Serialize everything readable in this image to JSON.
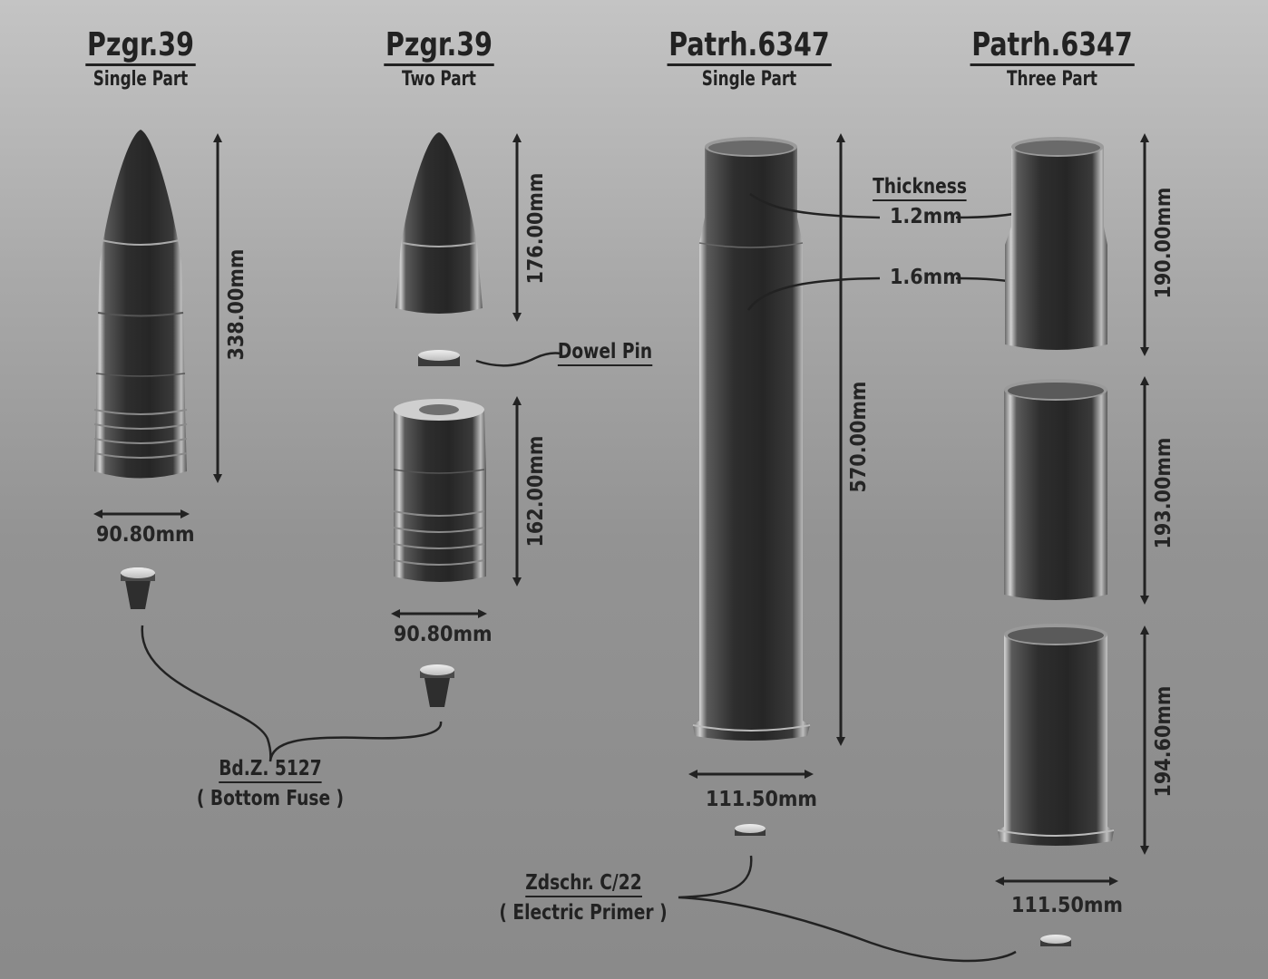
{
  "columns": [
    {
      "title": "Pzgr.39",
      "subtitle": "Single Part"
    },
    {
      "title": "Pzgr.39",
      "subtitle": "Two Part"
    },
    {
      "title": "Patrh.6347",
      "subtitle": "Single Part"
    },
    {
      "title": "Patrh.6347",
      "subtitle": "Three Part"
    }
  ],
  "dimensions": {
    "pzgr_single_length": "338.00mm",
    "pzgr_single_width": "90.80mm",
    "pzgr_two_nose_length": "176.00mm",
    "pzgr_two_body_length": "162.00mm",
    "pzgr_two_width": "90.80mm",
    "patrh_single_length": "570.00mm",
    "patrh_single_width": "111.50mm",
    "patrh_three_top_length": "190.00mm",
    "patrh_three_mid_length": "193.00mm",
    "patrh_three_bottom_length": "194.60mm",
    "patrh_three_width": "111.50mm"
  },
  "thickness": {
    "label": "Thickness",
    "upper": "1.2mm",
    "lower": "1.6mm"
  },
  "callouts": {
    "dowel_pin": "Dowel Pin",
    "fuse_name": "Bd.Z. 5127",
    "fuse_desc": "( Bottom Fuse )",
    "primer_name": "Zdschr. C/22",
    "primer_desc": "( Electric Primer )"
  },
  "colors": {
    "part_dark": "#2b2b2b",
    "part_highlight": "#d8d8d8",
    "annotation": "#222222"
  }
}
